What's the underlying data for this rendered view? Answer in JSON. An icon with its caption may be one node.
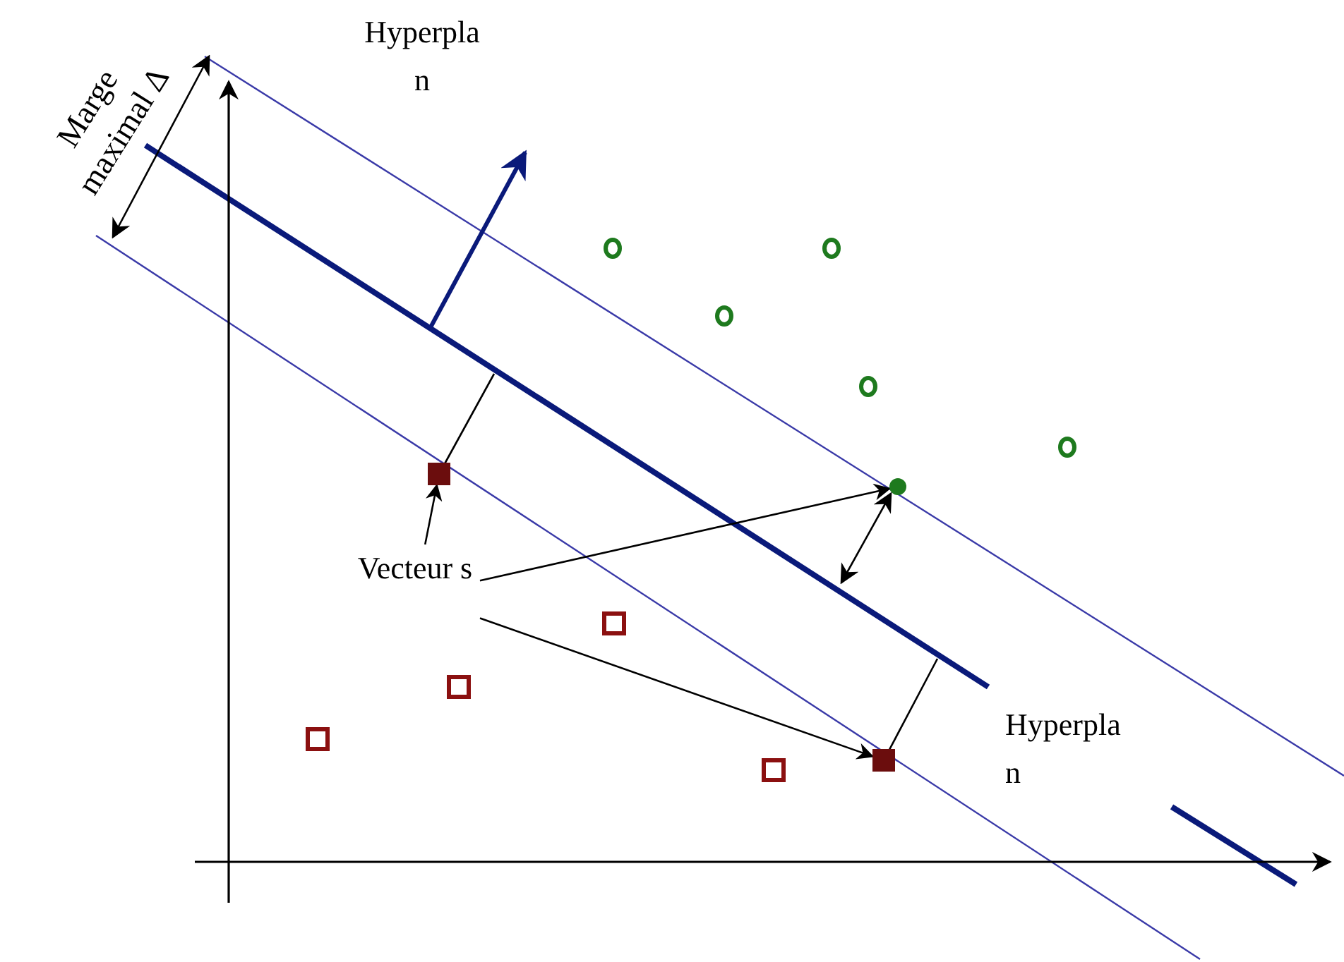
{
  "diagram": {
    "nodes": [
      {
        "text": [
          "Vecteur s"
        ]
      },
      {
        "text": [],
        "shape": "box"
      },
      {
        "text": [],
        "shape": "box"
      },
      {
        "text": [],
        "shape": "circle"
      }
    ],
    "edges": [
      {
        "from": 0,
        "to": 1,
        "arrow": "to"
      },
      {
        "from": 0,
        "to": 3,
        "arrow": "to"
      },
      {
        "from": 0,
        "to": 2,
        "arrow": "to"
      }
    ],
    "labels": [
      "Marge maximal Δ",
      "Hyperpla n",
      "Hyperpla n"
    ]
  }
}
